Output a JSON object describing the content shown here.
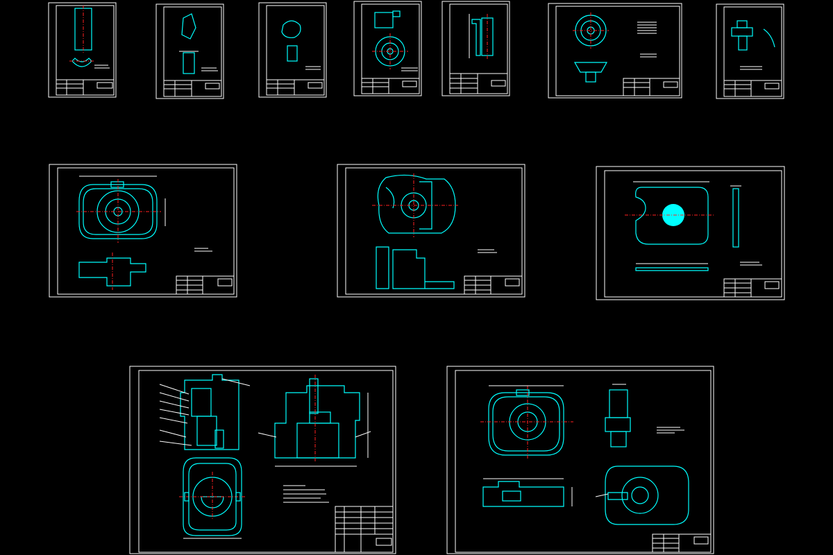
{
  "app": {
    "background": "#000000",
    "frame_color": "#ffffff",
    "geometry_color": "#00ffff",
    "centerline_color": "#ff2020"
  },
  "sheets": [
    {
      "id": 1,
      "group": "row-1"
    },
    {
      "id": 2,
      "group": "row-1"
    },
    {
      "id": 3,
      "group": "row-1"
    },
    {
      "id": 4,
      "group": "row-1"
    },
    {
      "id": 5,
      "group": "row-1"
    },
    {
      "id": 6,
      "group": "row-1"
    },
    {
      "id": 7,
      "group": "row-1"
    },
    {
      "id": 8,
      "group": "row-2"
    },
    {
      "id": 9,
      "group": "row-2"
    },
    {
      "id": 10,
      "group": "row-2"
    },
    {
      "id": 11,
      "group": "row-3"
    },
    {
      "id": 12,
      "group": "row-3"
    }
  ]
}
